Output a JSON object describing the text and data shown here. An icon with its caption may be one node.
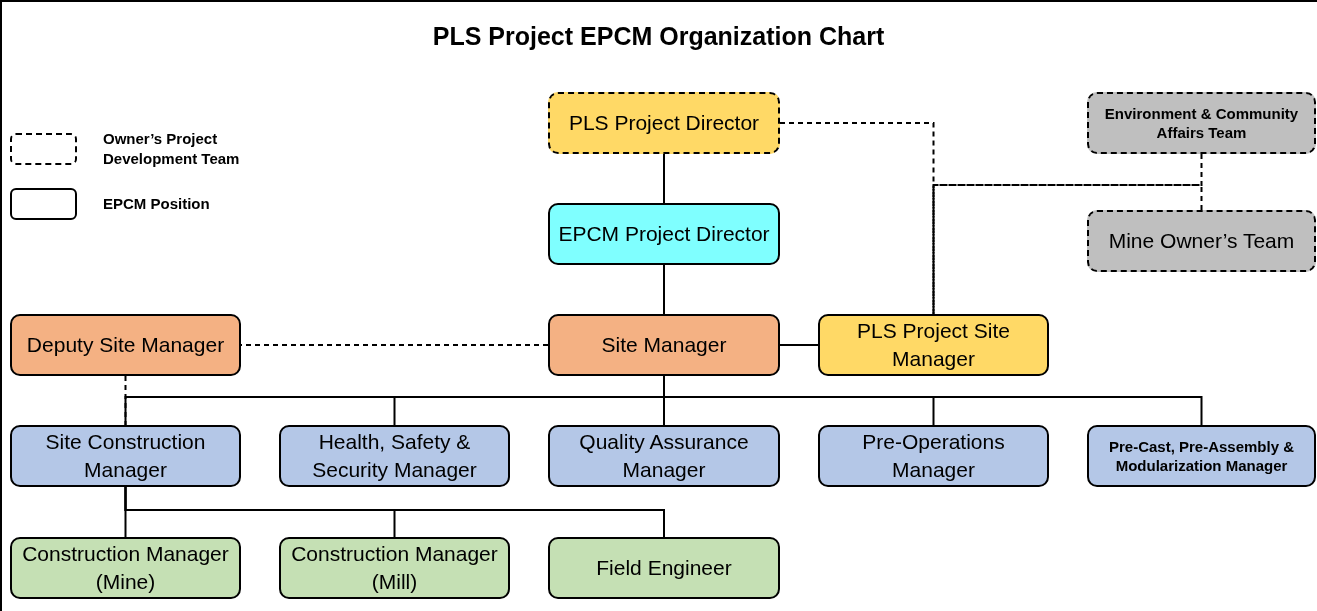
{
  "diagram": {
    "title": "PLS Project EPCM Organization Chart",
    "nodes": [
      {
        "text": [
          "PLS Project Director"
        ]
      },
      {
        "text": [
          "Environment & Community Affairs Team"
        ]
      },
      {
        "text": [
          "EPCM Project Director"
        ]
      },
      {
        "text": [
          "Mine Owner’s Team"
        ]
      },
      {
        "text": [
          "Deputy Site Manager"
        ]
      },
      {
        "text": [
          "Site Manager"
        ]
      },
      {
        "text": [
          "PLS Project Site Manager"
        ]
      },
      {
        "text": [
          "Site Construction Manager"
        ]
      },
      {
        "text": [
          "Health, Safety & Security Manager"
        ]
      },
      {
        "text": [
          "Quality Assurance Manager"
        ]
      },
      {
        "text": [
          "Pre-Operations Manager"
        ]
      },
      {
        "text": [
          "Pre-Cast, Pre-Assembly & Modularization Manager"
        ]
      },
      {
        "text": [
          "Construction Manager (Mine)"
        ]
      },
      {
        "text": [
          "Construction Manager (Mill)"
        ]
      },
      {
        "text": [
          "Field Engineer"
        ]
      }
    ],
    "edges": [
      {
        "from": 0,
        "to": 2,
        "arrow": "none"
      },
      {
        "from": 2,
        "to": 5,
        "arrow": "none"
      },
      {
        "from": 5,
        "to": 6,
        "arrow": "none"
      },
      {
        "from": 5,
        "to": 4,
        "arrow": "none",
        "style": "dashed"
      },
      {
        "from": 0,
        "to": 6,
        "arrow": "none",
        "style": "dashed"
      },
      {
        "from": 1,
        "to": 6,
        "arrow": "none",
        "style": "dashed"
      },
      {
        "from": 3,
        "to": 6,
        "arrow": "none",
        "style": "dashed"
      },
      {
        "from": 5,
        "to": 7,
        "arrow": "none"
      },
      {
        "from": 5,
        "to": 8,
        "arrow": "none"
      },
      {
        "from": 5,
        "to": 9,
        "arrow": "none"
      },
      {
        "from": 5,
        "to": 10,
        "arrow": "none"
      },
      {
        "from": 5,
        "to": 11,
        "arrow": "none"
      },
      {
        "from": 4,
        "to": 7,
        "arrow": "none",
        "style": "dashed"
      },
      {
        "from": 7,
        "to": 12,
        "arrow": "none"
      },
      {
        "from": 7,
        "to": 13,
        "arrow": "none"
      },
      {
        "from": 7,
        "to": 14,
        "arrow": "none"
      }
    ],
    "legend": [
      {
        "text": "Owner’s Project Development Team"
      },
      {
        "text": "EPCM Position"
      }
    ]
  }
}
